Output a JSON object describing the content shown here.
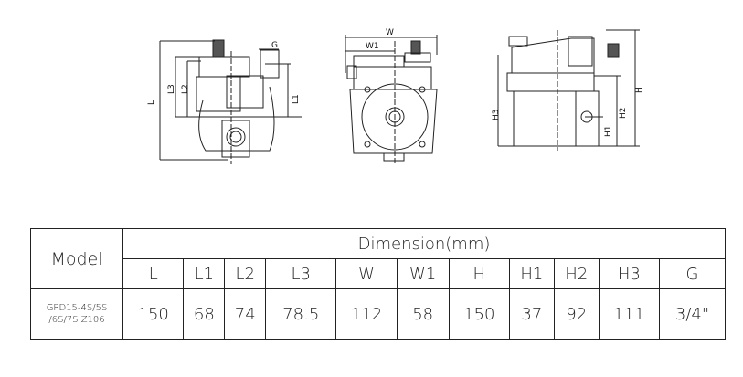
{
  "drawing_labels": {
    "front": {
      "L": "L",
      "L1": "L1",
      "L2": "L2",
      "L3": "L3",
      "G": "G"
    },
    "middle": {
      "W": "W",
      "W1": "W1"
    },
    "side": {
      "H": "H",
      "H1": "H1",
      "H2": "H2",
      "H3": "H3"
    }
  },
  "table": {
    "model_header": "Model",
    "dimension_header": "Dimension(mm)",
    "columns": [
      "L",
      "L1",
      "L2",
      "L3",
      "W",
      "W1",
      "H",
      "H1",
      "H2",
      "H3",
      "G"
    ],
    "rows": [
      {
        "model_line1": "GPD15-4S/5S",
        "model_line2": "/6S/7S Z106",
        "values": [
          "150",
          "68",
          "74",
          "78.5",
          "112",
          "58",
          "150",
          "37",
          "92",
          "111",
          "3/4\""
        ]
      }
    ]
  }
}
